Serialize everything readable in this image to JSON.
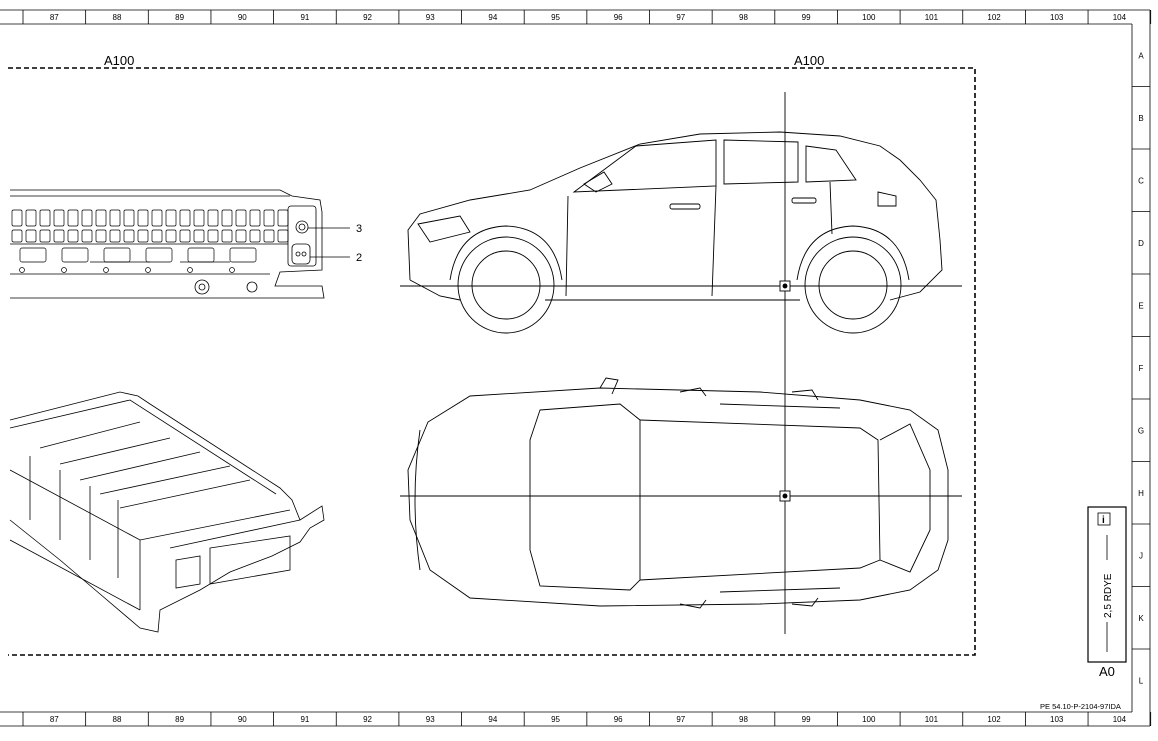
{
  "ruler": {
    "columns": [
      "87",
      "88",
      "89",
      "90",
      "91",
      "92",
      "93",
      "94",
      "95",
      "96",
      "97",
      "98",
      "99",
      "100",
      "101",
      "102",
      "103",
      "104"
    ],
    "rows": [
      "A",
      "B",
      "C",
      "D",
      "E",
      "F",
      "G",
      "H",
      "J",
      "K",
      "L"
    ]
  },
  "component": {
    "label_left": "A100",
    "label_right": "A100",
    "callout_3": "3",
    "callout_2": "2"
  },
  "legend": {
    "info_icon": "info-icon",
    "wire_spec": "2,5 RDYE",
    "ground_label": "A0"
  },
  "doc_code": "PE 54.10-P-2104-97IDA"
}
